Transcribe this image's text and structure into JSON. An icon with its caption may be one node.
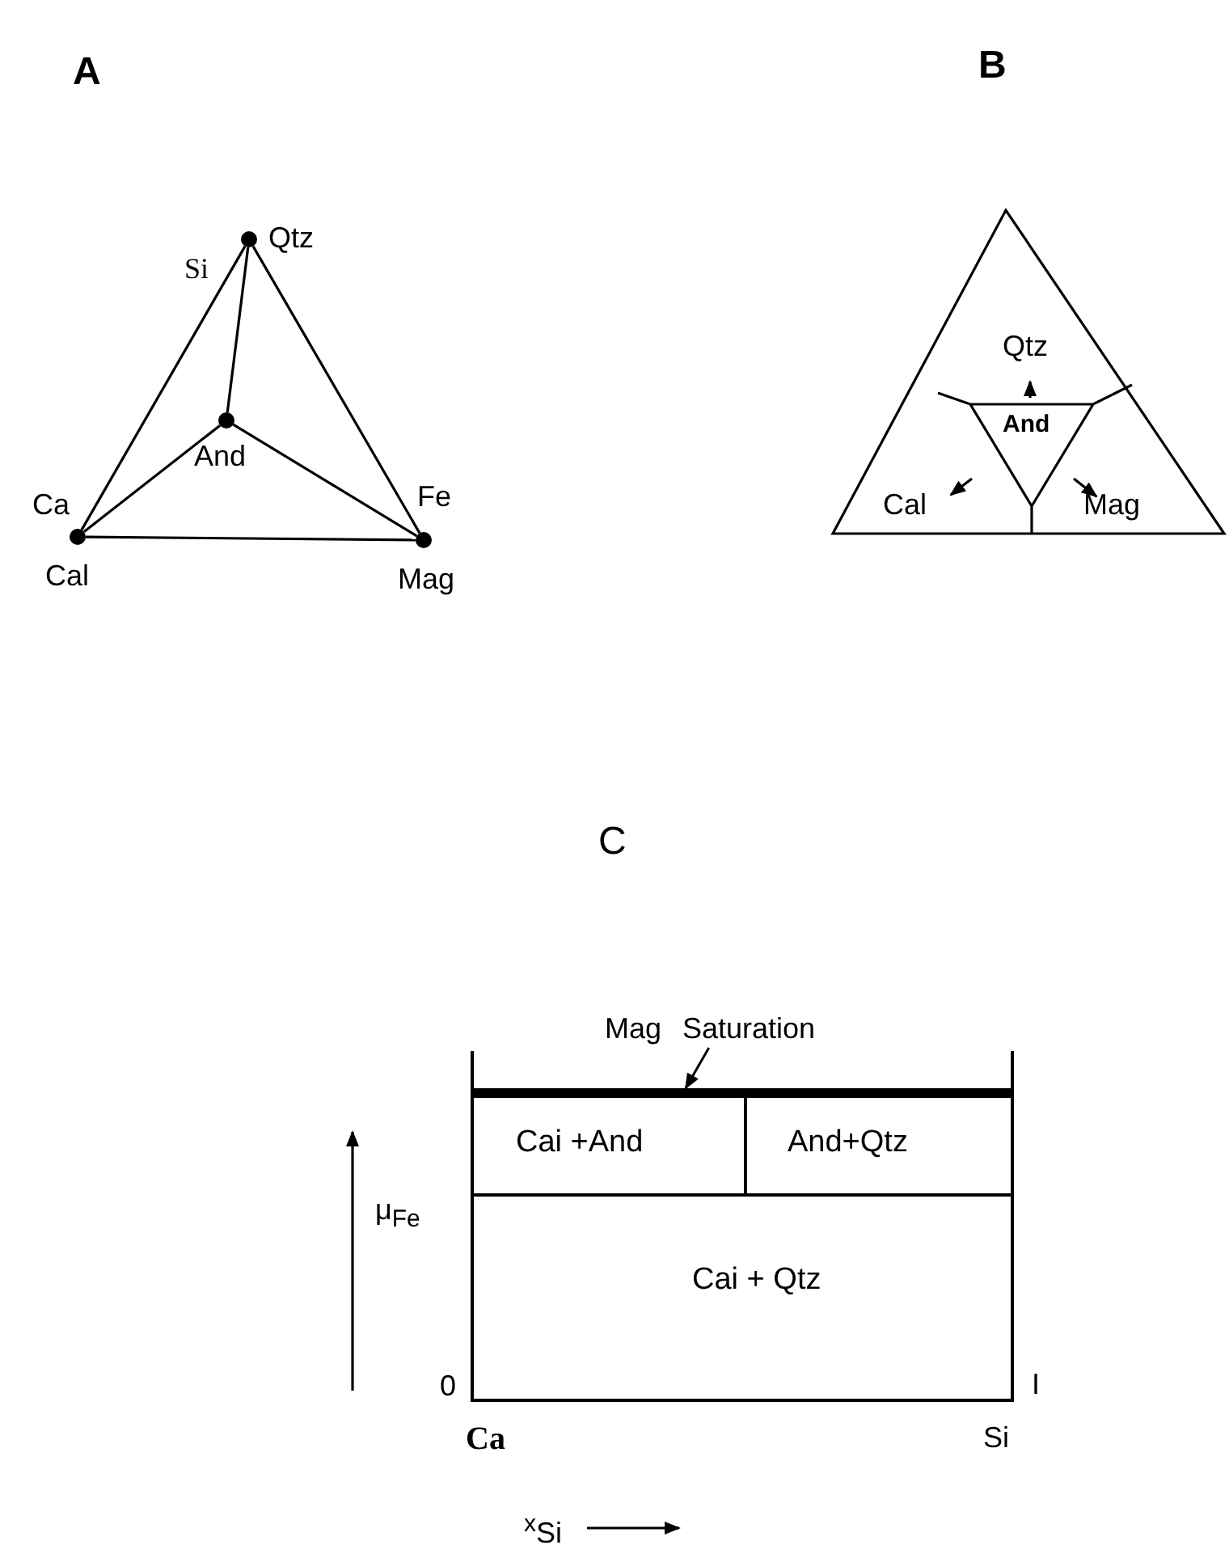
{
  "diagram": {
    "nodes": [
      {
        "text": [],
        "shape": "circle",
        "beside": [
          "Qtz"
        ]
      },
      {
        "text": [],
        "shape": "circle",
        "beside": [
          "And"
        ]
      },
      {
        "text": [],
        "shape": "circle",
        "beside": [
          "Cal"
        ]
      },
      {
        "text": [],
        "shape": "circle",
        "beside": [
          "Mag"
        ]
      },
      {
        "text": [
          "Mag Saturation"
        ]
      },
      {
        "text": [],
        "shape": "bar"
      }
    ],
    "edges": [
      {
        "from": 0,
        "to": 2,
        "arrow": "none"
      },
      {
        "from": 0,
        "to": 3,
        "arrow": "none"
      },
      {
        "from": 0,
        "to": 1,
        "arrow": "none"
      },
      {
        "from": 1,
        "to": 2,
        "arrow": "none"
      },
      {
        "from": 1,
        "to": 3,
        "arrow": "none"
      },
      {
        "from": 2,
        "to": 3,
        "arrow": "none"
      },
      {
        "from": 4,
        "to": 5,
        "arrow": "to"
      }
    ],
    "labels": [
      "A",
      "B",
      "Si",
      "Ca",
      "Fe",
      "Qtz",
      "And",
      "Cal",
      "Mag",
      "C",
      "Cai +And",
      "And+Qtz",
      "μ$_{Fe}$",
      "Cai + Qtz",
      "0",
      "I",
      "Ca",
      "Si",
      "$^{x}$Si"
    ]
  }
}
